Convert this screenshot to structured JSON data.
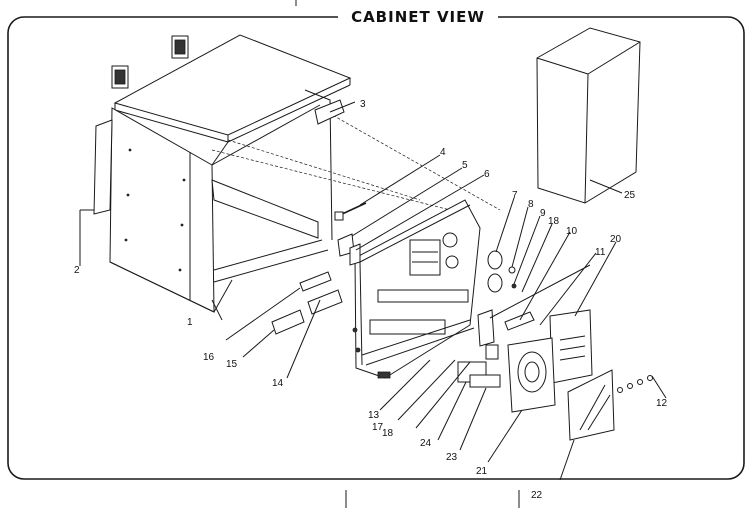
{
  "title": "CABINET VIEW",
  "callouts": [
    {
      "id": "1",
      "label": "1"
    },
    {
      "id": "2",
      "label": "2"
    },
    {
      "id": "3",
      "label": "3"
    },
    {
      "id": "4",
      "label": "4"
    },
    {
      "id": "5",
      "label": "5"
    },
    {
      "id": "6",
      "label": "6"
    },
    {
      "id": "7",
      "label": "7"
    },
    {
      "id": "8",
      "label": "8"
    },
    {
      "id": "9",
      "label": "9"
    },
    {
      "id": "10",
      "label": "10"
    },
    {
      "id": "11",
      "label": "11"
    },
    {
      "id": "12",
      "label": "12"
    },
    {
      "id": "13",
      "label": "13"
    },
    {
      "id": "14",
      "label": "14"
    },
    {
      "id": "15",
      "label": "15"
    },
    {
      "id": "16",
      "label": "16"
    },
    {
      "id": "17",
      "label": "17"
    },
    {
      "id": "18a",
      "label": "18"
    },
    {
      "id": "18b",
      "label": "18"
    },
    {
      "id": "20",
      "label": "20"
    },
    {
      "id": "21",
      "label": "21"
    },
    {
      "id": "22",
      "label": "22"
    },
    {
      "id": "23",
      "label": "23"
    },
    {
      "id": "24",
      "label": "24"
    },
    {
      "id": "25",
      "label": "25"
    }
  ]
}
